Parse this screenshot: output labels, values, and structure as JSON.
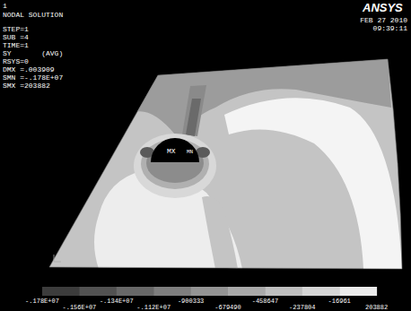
{
  "diagram": {
    "labels": [
      "1",
      "NODAL SOLUTION",
      "STEP=1",
      "SUB =4",
      "TIME=1",
      "SY       (AVG)",
      "RSYS=0",
      "DMX =.003909",
      "SMN =-.178E+07",
      "SMX =203882",
      "ANSYS",
      "FEB 27 2010",
      "09:39:11",
      "MX",
      "MN",
      "-.178E+07",
      "-.134E+07",
      "-900333",
      "-458647",
      "-16961",
      "-.156E+07",
      "-.112E+07",
      "-679490",
      "-237804",
      "203882"
    ]
  }
}
